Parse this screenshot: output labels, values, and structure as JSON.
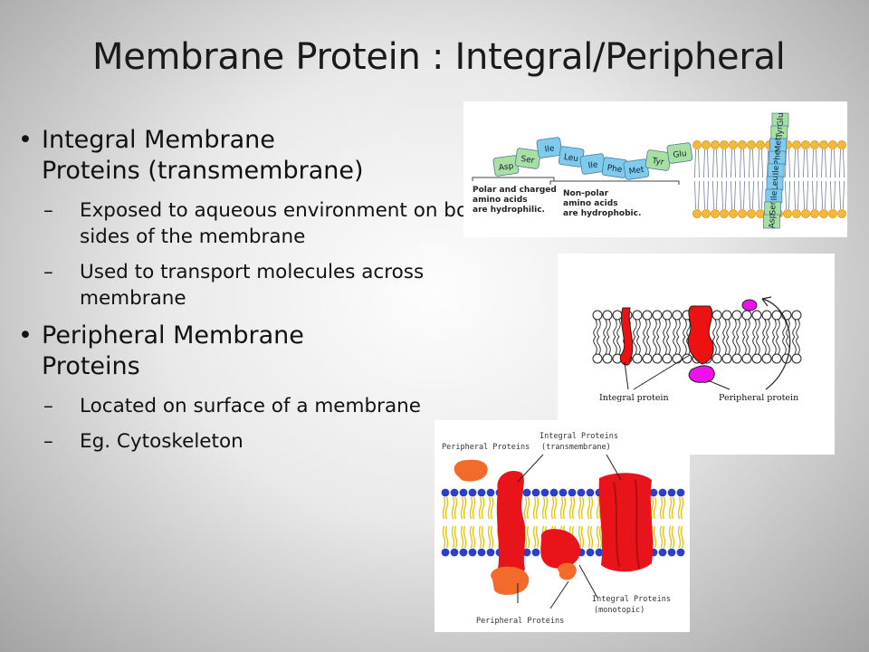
{
  "slide": {
    "title": "Membrane Protein : Integral/Peripheral"
  },
  "bullets": [
    {
      "line1": "Integral Membrane",
      "line2": "Proteins (transmembrane)",
      "subs": [
        "Exposed to aqueous environment on both sides of the membrane",
        "Used to transport molecules across membrane"
      ]
    },
    {
      "line1": "Peripheral Membrane",
      "line2": "Proteins",
      "subs": [
        "Located on surface of a membrane",
        "Eg. Cytoskeleton"
      ]
    }
  ],
  "figure_top": {
    "amino_acids": [
      "Asp",
      "Ser",
      "Ile",
      "Leu",
      "Ile",
      "Phe",
      "Met",
      "Tyr",
      "Glu"
    ],
    "polar_label": [
      "Polar and charged",
      "amino acids",
      "are hydrophilic."
    ],
    "nonpolar_label": [
      "Non-polar",
      "amino acids",
      "are hydrophobic."
    ]
  },
  "figure_middle": {
    "integral_label": "Integral protein",
    "peripheral_label": "Peripheral protein"
  },
  "figure_bottom": {
    "peripheral_top": "Peripheral Proteins",
    "integral_trans_1": "Integral Proteins",
    "integral_trans_2": "(transmembrane)",
    "integral_mono_1": "Integral Proteins",
    "integral_mono_2": "(monotopic)",
    "peripheral_bottom": "Peripheral Proteins"
  }
}
